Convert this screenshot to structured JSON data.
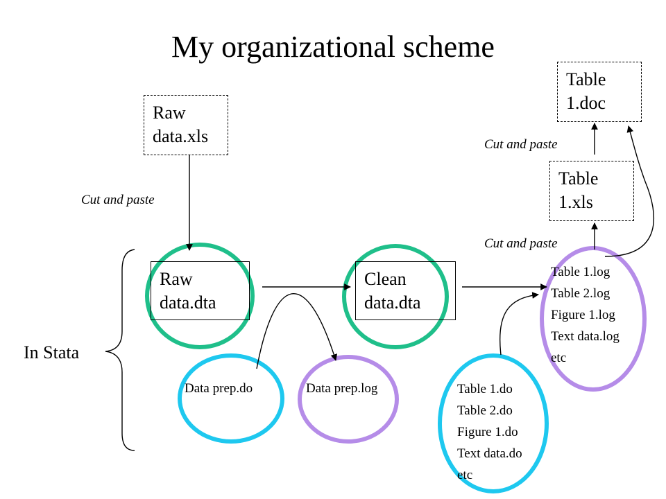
{
  "title": "My organizational scheme",
  "boxes": {
    "raw_xls": "Raw data.xls",
    "raw_dta": "Raw data.dta",
    "clean_dta": "Clean data.dta",
    "table_xls": "Table 1.xls",
    "table_doc": "Table 1.doc"
  },
  "raw_xls_lines": [
    "Raw",
    "data.xls"
  ],
  "raw_dta_lines": [
    "Raw",
    "data.dta"
  ],
  "clean_dta_lines": [
    "Clean",
    "data.dta"
  ],
  "table_xls_lines": [
    "Table",
    "1.xls"
  ],
  "table_doc_lines": [
    "Table",
    "1.doc"
  ],
  "annotations": {
    "cut_paste_left": "Cut and paste",
    "cut_paste_xls": "Cut and paste",
    "cut_paste_doc": "Cut and paste"
  },
  "in_stata": "In Stata",
  "data_prep_do": "Data prep.do",
  "data_prep_log": "Data prep.log",
  "do_files": [
    "Table 1.do",
    "Table 2.do",
    "Figure 1.do",
    "Text data.do",
    "etc"
  ],
  "log_files": [
    "Table 1.log",
    "Table 2.log",
    "Figure 1.log",
    "Text data.log",
    "etc"
  ],
  "colors": {
    "green": "#1fbf8a",
    "cyan": "#1ec8ef",
    "purple": "#b58ce8",
    "line": "#000000"
  }
}
